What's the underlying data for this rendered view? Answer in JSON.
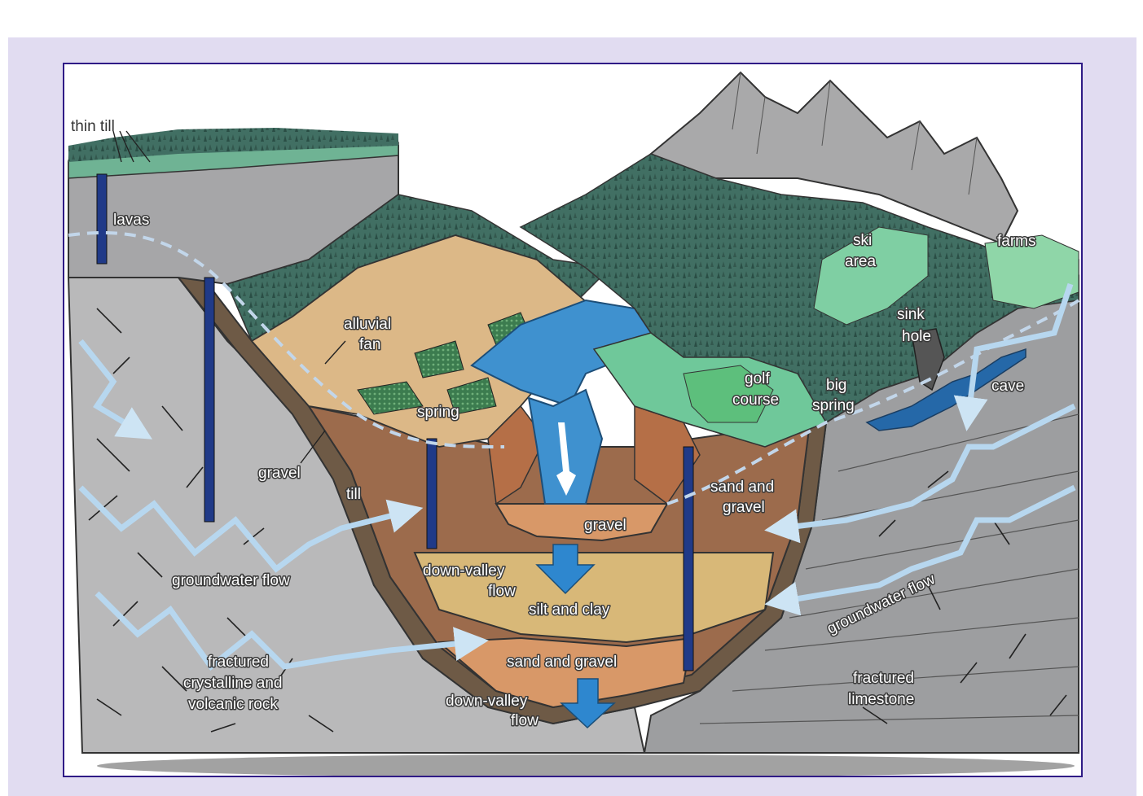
{
  "colors": {
    "page_background": "#e1dcf1",
    "frame_border": "#2f1b86",
    "bedrock": "#b9b9ba",
    "limestone": "#9d9ea0",
    "till": "#6e5a46",
    "gravel": "#b57a55",
    "sand_gravel": "#d89868",
    "silt_clay": "#d8b878",
    "alluvial_fan": "#dcb887",
    "forest": "#3e6c61",
    "mountain": "#a9a9aa",
    "lake": "#3f91cf",
    "flow_arrow": "#b7d7ef",
    "down_arrow": "#2e87cf",
    "well": "#203a88"
  },
  "labels": {
    "thin_till": "thin till",
    "lavas": "lavas",
    "alluvial_fan": [
      "alluvial",
      "fan"
    ],
    "spring": "spring",
    "gravel_left": "gravel",
    "till": "till",
    "gravel_center": "gravel",
    "groundwater_flow_left": "groundwater flow",
    "down_valley_flow_upper": [
      "down-valley",
      "flow"
    ],
    "silt_and_clay": "silt and clay",
    "sand_and_gravel_lower": "sand and gravel",
    "down_valley_flow_lower": [
      "down-valley",
      "flow"
    ],
    "fractured_crystalline": [
      "fractured",
      "crystalline and",
      "volcanic rock"
    ],
    "sand_and_gravel_right": [
      "sand and",
      "gravel"
    ],
    "golf_course": [
      "golf",
      "course"
    ],
    "big_spring": [
      "big",
      "spring"
    ],
    "ski_area": [
      "ski",
      "area"
    ],
    "sink_hole": [
      "sink",
      "hole"
    ],
    "farms": "farms",
    "cave": "cave",
    "groundwater_flow_right": "groundwater flow",
    "fractured_limestone": [
      "fractured",
      "limestone"
    ]
  }
}
